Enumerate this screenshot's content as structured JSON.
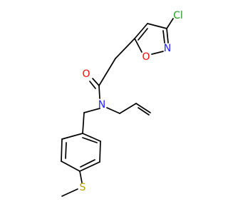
{
  "molecule": {
    "atoms": {
      "cl": "Cl",
      "n_ring": "N",
      "o_ring": "O",
      "o_carbonyl": "O",
      "n_amide": "N",
      "s": "S"
    },
    "colors": {
      "bond": "#000000",
      "chlorine": "#1fa01f",
      "nitrogen": "#1f1fff",
      "oxygen": "#ff0000",
      "sulfur": "#b8a100"
    }
  }
}
